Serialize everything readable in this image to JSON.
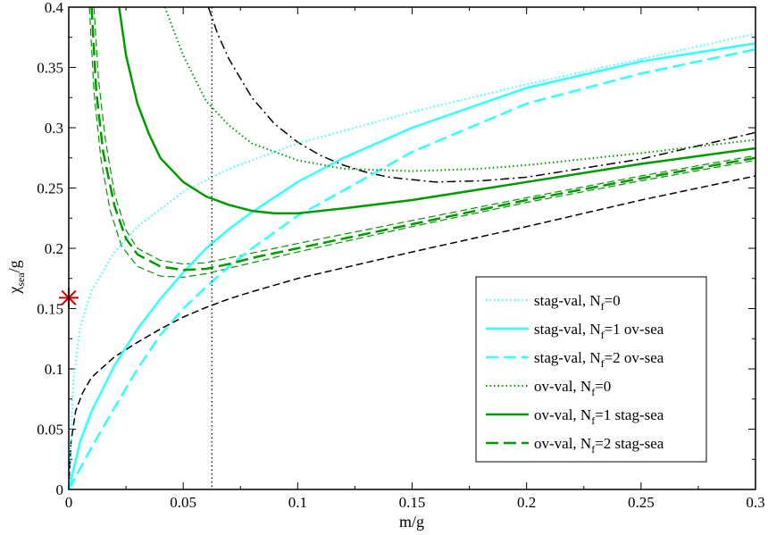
{
  "chart_data": {
    "type": "line",
    "title": "",
    "xlabel": "m/g",
    "ylabel": {
      "main": "χ",
      "sub": "sea",
      "suffix": "/g"
    },
    "xlim": [
      0,
      0.3
    ],
    "ylim": [
      0,
      0.4
    ],
    "xticks": [
      "0",
      "0.05",
      "0.1",
      "0.15",
      "0.2",
      "0.25",
      "0.3"
    ],
    "yticks": [
      "0",
      "0.05",
      "0.1",
      "0.15",
      "0.2",
      "0.25",
      "0.3",
      "0.35",
      "0.4"
    ],
    "grid": false,
    "legend_position": "bottom-right",
    "vertical_reference_line": {
      "x": 0.0625,
      "style": "dotted",
      "color": "#000000"
    },
    "marker": {
      "x": 0,
      "y": 0.159,
      "symbol": "asterisk",
      "color": "#cc0000"
    },
    "series": [
      {
        "legend": {
          "main": "stag-val, N",
          "sub": "f",
          "rest": "=0"
        },
        "color": "#33ffff",
        "style": "dotted",
        "width": 2,
        "points": [
          [
            0,
            0
          ],
          [
            0.002,
            0.09
          ],
          [
            0.005,
            0.135
          ],
          [
            0.01,
            0.165
          ],
          [
            0.02,
            0.197
          ],
          [
            0.03,
            0.218
          ],
          [
            0.05,
            0.247
          ],
          [
            0.07,
            0.266
          ],
          [
            0.1,
            0.287
          ],
          [
            0.15,
            0.313
          ],
          [
            0.2,
            0.336
          ],
          [
            0.25,
            0.357
          ],
          [
            0.3,
            0.378
          ]
        ]
      },
      {
        "legend": {
          "main": "stag-val, N",
          "sub": "f",
          "rest": "=1 ov-sea"
        },
        "color": "#33ffff",
        "style": "solid",
        "width": 2.5,
        "points": [
          [
            0,
            0
          ],
          [
            0.005,
            0.04
          ],
          [
            0.01,
            0.065
          ],
          [
            0.02,
            0.103
          ],
          [
            0.03,
            0.133
          ],
          [
            0.04,
            0.158
          ],
          [
            0.05,
            0.18
          ],
          [
            0.06,
            0.2
          ],
          [
            0.07,
            0.216
          ],
          [
            0.08,
            0.23
          ],
          [
            0.1,
            0.255
          ],
          [
            0.12,
            0.275
          ],
          [
            0.15,
            0.3
          ],
          [
            0.2,
            0.333
          ],
          [
            0.25,
            0.355
          ],
          [
            0.3,
            0.37
          ]
        ]
      },
      {
        "legend": {
          "main": "stag-val, N",
          "sub": "f",
          "rest": "=2 ov-sea"
        },
        "color": "#33ffff",
        "style": "dashed",
        "width": 2.5,
        "points": [
          [
            0,
            0
          ],
          [
            0.01,
            0.035
          ],
          [
            0.02,
            0.068
          ],
          [
            0.03,
            0.1
          ],
          [
            0.04,
            0.128
          ],
          [
            0.05,
            0.15
          ],
          [
            0.06,
            0.168
          ],
          [
            0.07,
            0.185
          ],
          [
            0.08,
            0.2
          ],
          [
            0.1,
            0.227
          ],
          [
            0.12,
            0.248
          ],
          [
            0.15,
            0.28
          ],
          [
            0.2,
            0.32
          ],
          [
            0.25,
            0.345
          ],
          [
            0.3,
            0.365
          ]
        ]
      },
      {
        "legend": {
          "main": "ov-val, N",
          "sub": "f",
          "rest": "=0"
        },
        "color": "#009900",
        "style": "dotted",
        "width": 2,
        "points": [
          [
            0.042,
            0.4
          ],
          [
            0.05,
            0.36
          ],
          [
            0.06,
            0.322
          ],
          [
            0.07,
            0.302
          ],
          [
            0.08,
            0.287
          ],
          [
            0.1,
            0.273
          ],
          [
            0.12,
            0.266
          ],
          [
            0.15,
            0.264
          ],
          [
            0.18,
            0.266
          ],
          [
            0.2,
            0.269
          ],
          [
            0.25,
            0.279
          ],
          [
            0.3,
            0.29
          ]
        ]
      },
      {
        "legend": {
          "main": "ov-val, N",
          "sub": "f",
          "rest": "=1 stag-sea"
        },
        "color": "#009900",
        "style": "solid",
        "width": 2.5,
        "points": [
          [
            0.022,
            0.4
          ],
          [
            0.025,
            0.36
          ],
          [
            0.03,
            0.32
          ],
          [
            0.035,
            0.295
          ],
          [
            0.04,
            0.275
          ],
          [
            0.05,
            0.255
          ],
          [
            0.06,
            0.243
          ],
          [
            0.07,
            0.236
          ],
          [
            0.08,
            0.231
          ],
          [
            0.09,
            0.229
          ],
          [
            0.1,
            0.229
          ],
          [
            0.12,
            0.233
          ],
          [
            0.15,
            0.24
          ],
          [
            0.2,
            0.255
          ],
          [
            0.25,
            0.27
          ],
          [
            0.3,
            0.283
          ]
        ]
      },
      {
        "legend": {
          "main": "ov-val, N",
          "sub": "f",
          "rest": "=2 stag-sea"
        },
        "color": "#009900",
        "style": "dashed",
        "width": 2.5,
        "points": [
          [
            0.01,
            0.4
          ],
          [
            0.012,
            0.33
          ],
          [
            0.015,
            0.28
          ],
          [
            0.02,
            0.235
          ],
          [
            0.025,
            0.208
          ],
          [
            0.03,
            0.195
          ],
          [
            0.04,
            0.185
          ],
          [
            0.05,
            0.182
          ],
          [
            0.06,
            0.183
          ],
          [
            0.07,
            0.187
          ],
          [
            0.08,
            0.192
          ],
          [
            0.1,
            0.2
          ],
          [
            0.12,
            0.208
          ],
          [
            0.15,
            0.22
          ],
          [
            0.2,
            0.24
          ],
          [
            0.25,
            0.258
          ],
          [
            0.3,
            0.275
          ]
        ]
      }
    ],
    "extra_lines": [
      {
        "color": "#009900",
        "style": "dashed",
        "width": 1.2,
        "points": [
          [
            0.009,
            0.4
          ],
          [
            0.011,
            0.33
          ],
          [
            0.014,
            0.275
          ],
          [
            0.018,
            0.232
          ],
          [
            0.023,
            0.202
          ],
          [
            0.03,
            0.185
          ],
          [
            0.04,
            0.177
          ],
          [
            0.05,
            0.176
          ],
          [
            0.06,
            0.179
          ],
          [
            0.08,
            0.188
          ],
          [
            0.1,
            0.197
          ],
          [
            0.15,
            0.218
          ],
          [
            0.2,
            0.238
          ],
          [
            0.25,
            0.256
          ],
          [
            0.3,
            0.273
          ]
        ]
      },
      {
        "color": "#009900",
        "style": "dashed",
        "width": 1.2,
        "points": [
          [
            0.011,
            0.4
          ],
          [
            0.013,
            0.34
          ],
          [
            0.016,
            0.29
          ],
          [
            0.02,
            0.245
          ],
          [
            0.025,
            0.215
          ],
          [
            0.03,
            0.2
          ],
          [
            0.04,
            0.19
          ],
          [
            0.05,
            0.187
          ],
          [
            0.06,
            0.188
          ],
          [
            0.08,
            0.196
          ],
          [
            0.1,
            0.204
          ],
          [
            0.15,
            0.223
          ],
          [
            0.2,
            0.242
          ],
          [
            0.25,
            0.26
          ],
          [
            0.3,
            0.277
          ]
        ]
      },
      {
        "color": "#000000",
        "style": "dashdot",
        "width": 1.5,
        "points": [
          [
            0.061,
            0.4
          ],
          [
            0.065,
            0.378
          ],
          [
            0.07,
            0.357
          ],
          [
            0.08,
            0.325
          ],
          [
            0.09,
            0.303
          ],
          [
            0.1,
            0.288
          ],
          [
            0.11,
            0.277
          ],
          [
            0.12,
            0.269
          ],
          [
            0.13,
            0.263
          ],
          [
            0.14,
            0.259
          ],
          [
            0.15,
            0.257
          ],
          [
            0.16,
            0.255
          ],
          [
            0.18,
            0.256
          ],
          [
            0.2,
            0.259
          ],
          [
            0.25,
            0.274
          ],
          [
            0.3,
            0.296
          ]
        ]
      },
      {
        "color": "#000000",
        "style": "dashed",
        "width": 1.5,
        "points": [
          [
            0,
            0
          ],
          [
            0.001,
            0.04
          ],
          [
            0.003,
            0.065
          ],
          [
            0.006,
            0.08
          ],
          [
            0.01,
            0.093
          ],
          [
            0.02,
            0.11
          ],
          [
            0.03,
            0.122
          ],
          [
            0.04,
            0.133
          ],
          [
            0.05,
            0.143
          ],
          [
            0.06,
            0.151
          ],
          [
            0.07,
            0.158
          ],
          [
            0.08,
            0.164
          ],
          [
            0.1,
            0.175
          ],
          [
            0.15,
            0.197
          ],
          [
            0.2,
            0.218
          ],
          [
            0.25,
            0.24
          ],
          [
            0.3,
            0.26
          ]
        ]
      }
    ]
  }
}
